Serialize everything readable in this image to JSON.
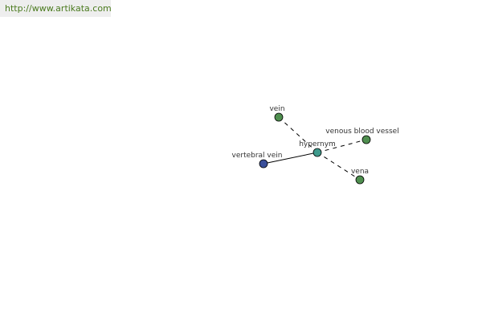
{
  "site": {
    "url": "http://www.artikata.com"
  },
  "colors": {
    "url_text": "#4a7a1e",
    "url_background": "#eeeeee",
    "edge": "#000000",
    "node_stroke": "#000000",
    "label": "#333333"
  },
  "graph": {
    "center": {
      "label": "hypernym",
      "color": "#3f9a8c"
    },
    "nodes": [
      {
        "id": "vein",
        "label": "vein",
        "color": "#4f8f4f",
        "edge_style": "dashed"
      },
      {
        "id": "venous-blood-vessel",
        "label": "venous blood vessel",
        "color": "#4f8f4f",
        "edge_style": "dashed"
      },
      {
        "id": "vena",
        "label": "vena",
        "color": "#4f8f4f",
        "edge_style": "dashed"
      },
      {
        "id": "vertebral-vein",
        "label": "vertebral vein",
        "color": "#3a4f9a",
        "edge_style": "solid"
      }
    ]
  }
}
